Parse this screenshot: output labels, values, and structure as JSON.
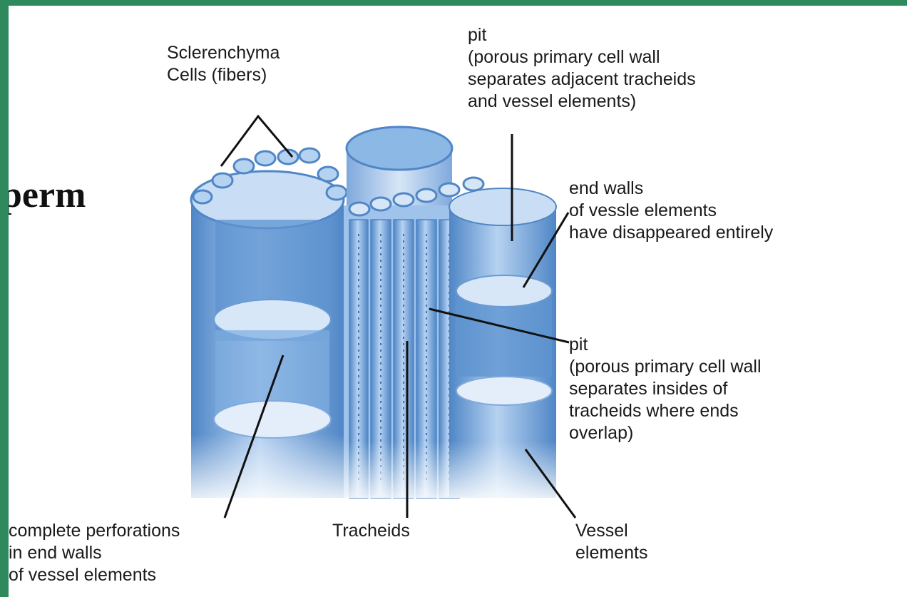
{
  "slide": {
    "title_fragment": "perm"
  },
  "diagram": {
    "labels": {
      "sclerenchyma": "Sclerenchyma\nCells (fibers)",
      "pit_top": "pit\n(porous primary cell wall\nseparates adjacent tracheids\nand vessel elements)",
      "end_walls": "end walls\nof vessle elements\nhave disappeared entirely",
      "pit_mid": "pit\n(porous primary cell wall\nseparates insides of\ntracheids where ends\noverlap)",
      "perforations": "complete perforations\nin end walls\nof vessel elements",
      "tracheids": "Tracheids",
      "vessel_elements": "Vessel\nelements"
    },
    "colors": {
      "background_border": "#2e8a5c",
      "cell_fill": "#8cb8e6",
      "cell_dark": "#4f86c6",
      "cell_light": "#c9def4",
      "leader_line": "#111111"
    }
  }
}
